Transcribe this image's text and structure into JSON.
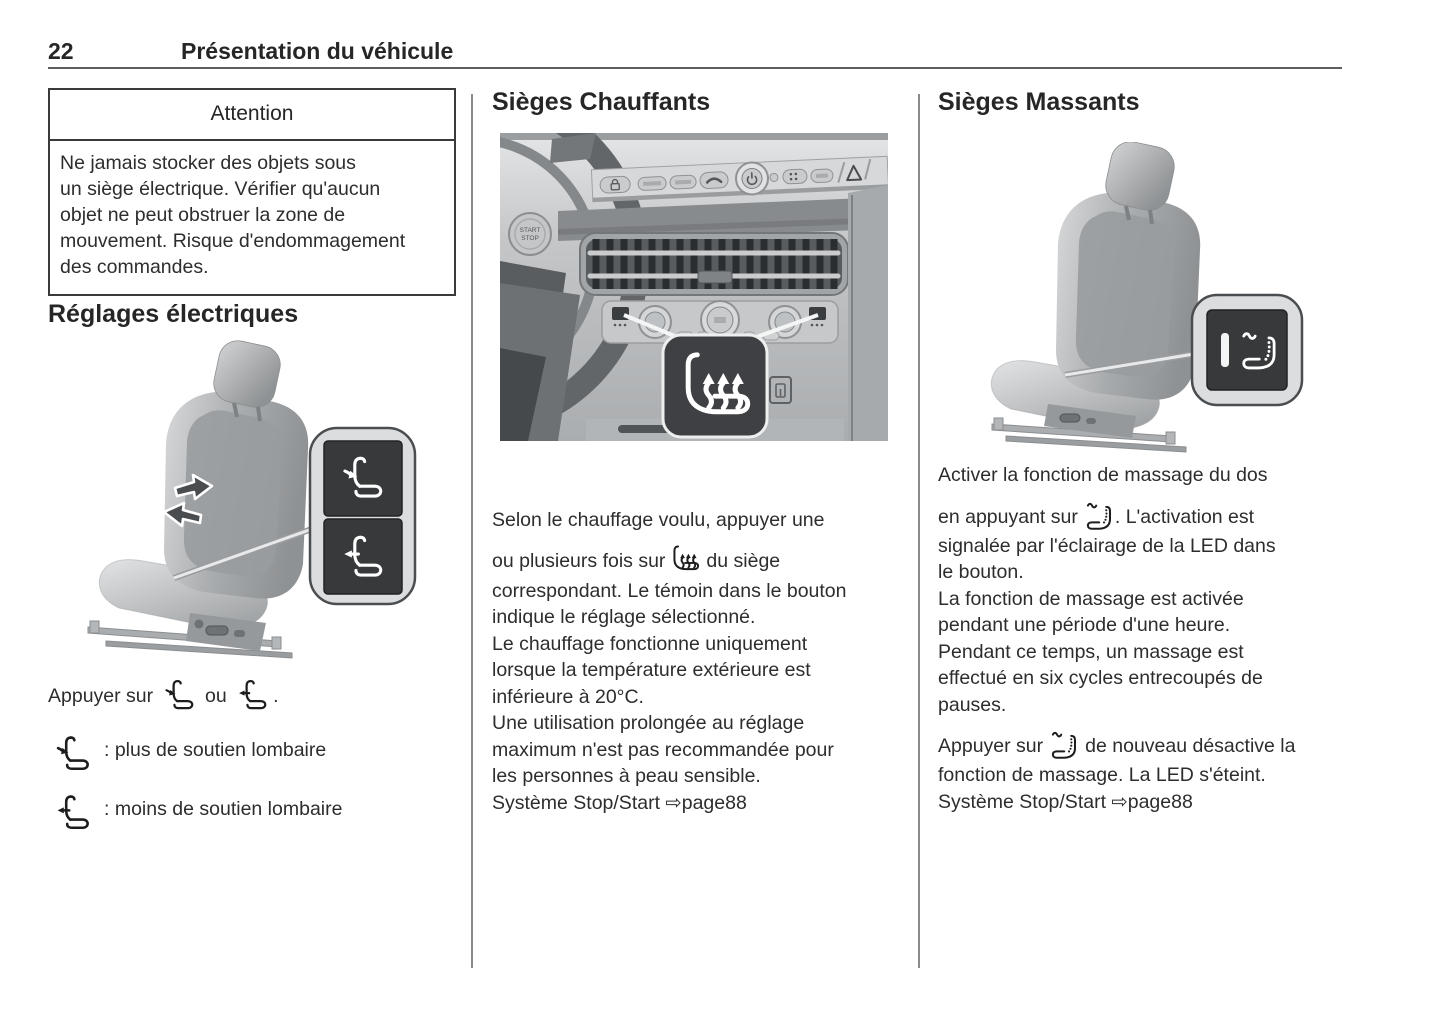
{
  "page": {
    "number": "22",
    "title": "Présentation du véhicule"
  },
  "attention": {
    "title": "Attention",
    "body": "Ne jamais stocker des objets sous\nun siège électrique. Vérifier qu'aucun\nobjet ne peut obstruer la zone de\nmouvement. Risque d'endommagement\ndes commandes."
  },
  "electric": {
    "heading": "Réglages électriques",
    "press_pre": "Appuyer sur",
    "press_or": "ou",
    "press_end": ".",
    "more_label": ": plus de soutien lombaire",
    "less_label": ": moins de soutien lombaire"
  },
  "heated": {
    "heading": "Sièges Chauffants",
    "start_stop_l1": "START",
    "start_stop_l2": "STOP",
    "l1": "Selon le chauffage voulu, appuyer une",
    "l2a": "ou plusieurs fois sur",
    "l2b": "du siège",
    "l3": "correspondant. Le témoin dans le bouton",
    "l4": "indique le réglage sélectionné.",
    "l5": "Le chauffage fonctionne uniquement",
    "l6": "lorsque la température extérieure est",
    "l7": "inférieure à 20°C.",
    "l8": "Une utilisation prolongée au réglage",
    "l9": "maximum n'est pas recommandée pour",
    "l10": "les personnes à peau sensible.",
    "l11_pre": "Système Stop/Start ",
    "l11_ref": "⇨page88"
  },
  "massage": {
    "heading": "Sièges Massants",
    "l1": "Activer la fonction de massage du dos",
    "l2a": "en appuyant sur",
    "l2b": ". L'activation est",
    "l3": "signalée par l'éclairage de la LED dans",
    "l4": "le bouton.",
    "l5": "La fonction de massage est activée",
    "l6": "pendant une période d'une heure.",
    "l7": "Pendant ce temps, un massage est",
    "l8": "effectué en six cycles entrecoupés de",
    "l9": "pauses.",
    "l10a": "Appuyer sur",
    "l10b": "de nouveau désactive la",
    "l11": "fonction de massage. La LED s'éteint.",
    "l12_pre": "Système Stop/Start ",
    "l12_ref": "⇨page88"
  },
  "icons": {
    "lumbar_more": "seat-lumbar-increase-icon",
    "lumbar_less": "seat-lumbar-decrease-icon",
    "heated_seat": "heated-seat-icon",
    "massage_seat": "massage-seat-icon",
    "page_ref_arrow": "⇨"
  },
  "colors": {
    "heading_text": "#262626",
    "body_text": "#2d2d2d",
    "callout_button_dark": "#38393b",
    "callout_panel_gray": "#dcddde",
    "rule": "#5f5f5f"
  }
}
